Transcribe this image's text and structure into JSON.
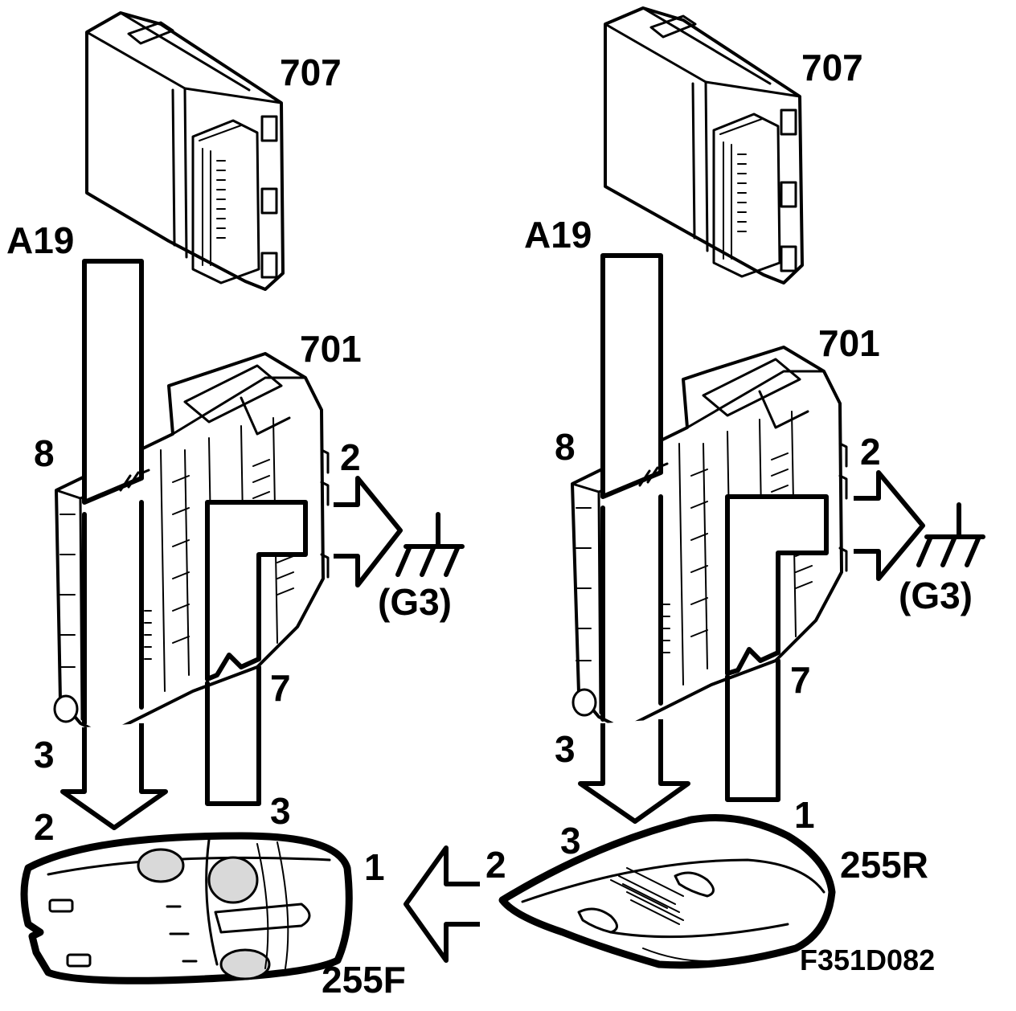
{
  "figure_code": "F351D082",
  "left_panel": {
    "component_707": "707",
    "component_701": "701",
    "path_a19": "A19",
    "pin_8": "8",
    "pin_2_ground": "2",
    "ground": "(G3)",
    "pin_7": "7",
    "pin_3_upper": "3",
    "pin_3_lower": "3",
    "pin_2_lamp": "2",
    "pin_1_lamp": "1",
    "lamp": "255F"
  },
  "right_panel": {
    "component_707": "707",
    "component_701": "701",
    "path_a19": "A19",
    "pin_8": "8",
    "pin_2_ground": "2",
    "ground": "(G3)",
    "pin_7": "7",
    "pin_3_upper": "3",
    "pin_1": "1",
    "pin_3_lamp": "3",
    "pin_2_lamp": "2",
    "lamp": "255R"
  }
}
